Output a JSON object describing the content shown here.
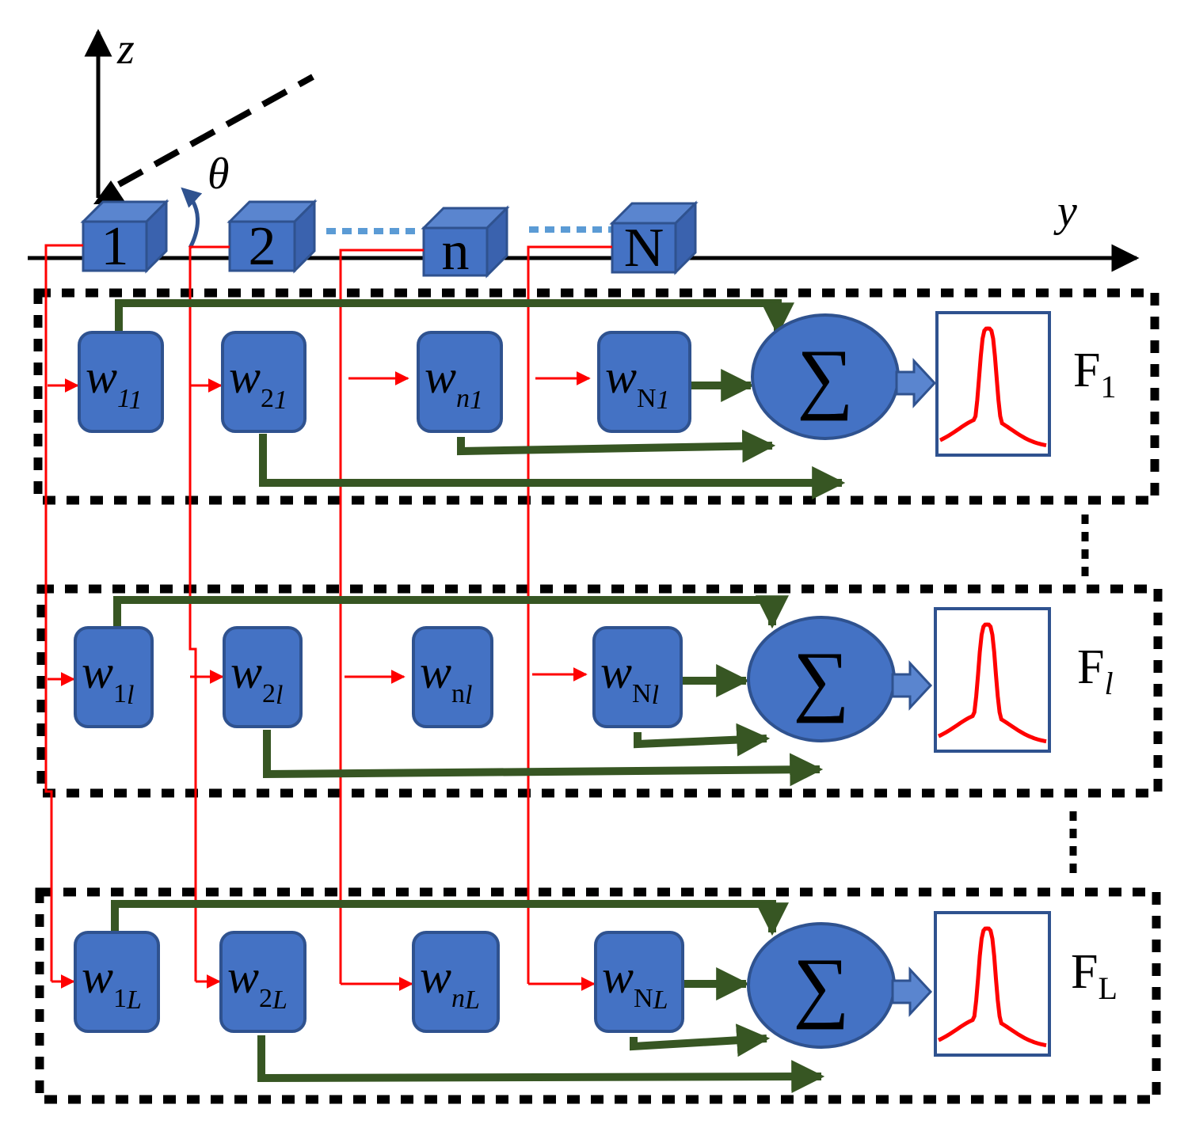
{
  "axes": {
    "z": "z",
    "y": "y",
    "theta": "θ"
  },
  "elements": [
    "1",
    "2",
    "n",
    "N"
  ],
  "sum_symbol": "∑",
  "rows": [
    {
      "filter_main": "F",
      "filter_sub": "1",
      "filter_sub_italic": false,
      "weights": [
        {
          "main": "w",
          "sub_a": "1",
          "sub_b": "1",
          "sub_italic": true
        },
        {
          "main": "w",
          "sub_a": "2",
          "sub_b": "1",
          "sub_italic": true
        },
        {
          "main": "w",
          "sub_a": "n",
          "sub_b": "1",
          "sub_italic": true
        },
        {
          "main": "w",
          "sub_a": "N",
          "sub_b": "1",
          "sub_italic": true
        }
      ]
    },
    {
      "filter_main": "F",
      "filter_sub": "l",
      "filter_sub_italic": true,
      "weights": [
        {
          "main": "w",
          "sub_a": "1",
          "sub_b": "l",
          "sub_italic": true
        },
        {
          "main": "w",
          "sub_a": "2",
          "sub_b": "l",
          "sub_italic": true
        },
        {
          "main": "w",
          "sub_a": "n",
          "sub_b": "l",
          "sub_italic": true
        },
        {
          "main": "w",
          "sub_a": "N",
          "sub_b": "l",
          "sub_italic": true
        }
      ]
    },
    {
      "filter_main": "F",
      "filter_sub": "L",
      "filter_sub_italic": false,
      "weights": [
        {
          "main": "w",
          "sub_a": "1",
          "sub_b": "L",
          "sub_italic": true
        },
        {
          "main": "w",
          "sub_a": "2",
          "sub_b": "L",
          "sub_italic": true
        },
        {
          "main": "w",
          "sub_a": "n",
          "sub_b": "L",
          "sub_italic": true
        },
        {
          "main": "w",
          "sub_a": "N",
          "sub_b": "L",
          "sub_italic": true
        }
      ]
    }
  ],
  "colors": {
    "block_fill": "#4472C4",
    "block_stroke": "#2F528F",
    "signal_line": "#FF0000",
    "sum_arrow": "#375623",
    "dotted_link": "#5B9BD5",
    "box_border": "#000000"
  }
}
